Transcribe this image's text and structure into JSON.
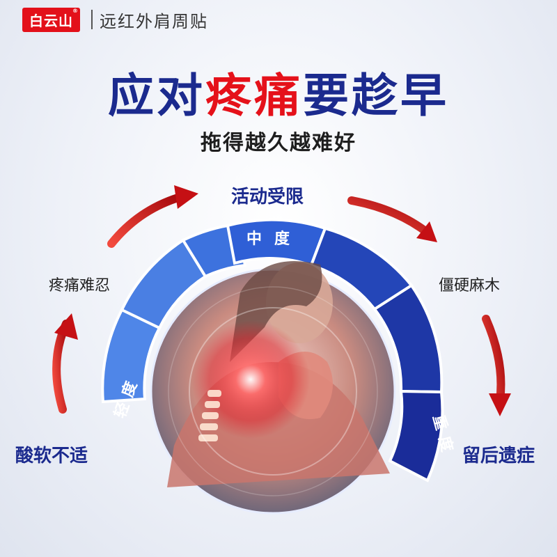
{
  "header": {
    "logo_text": "白云山",
    "logo_mark": "®",
    "product_name": "远红外肩周贴"
  },
  "headline": {
    "part1": "应对",
    "part2": "疼痛",
    "part3": "要趁早"
  },
  "subtitle": "拖得越久越难好",
  "stages": {
    "activity_limited": "活动受限",
    "pain_unbearable": "疼痛难忍",
    "stiff_numb": "僵硬麻木",
    "soreness": "酸软不适",
    "sequelae": "留后遗症"
  },
  "severity": {
    "mild": "轻度",
    "moderate": "中度",
    "severe": "重度"
  },
  "colors": {
    "brand_red": "#e3101a",
    "headline_blue": "#1b2a8e",
    "headline_red": "#e5111a",
    "arc_light": "#4f86e8",
    "arc_mid": "#2f5fd6",
    "arc_dark": "#1a2c99"
  }
}
